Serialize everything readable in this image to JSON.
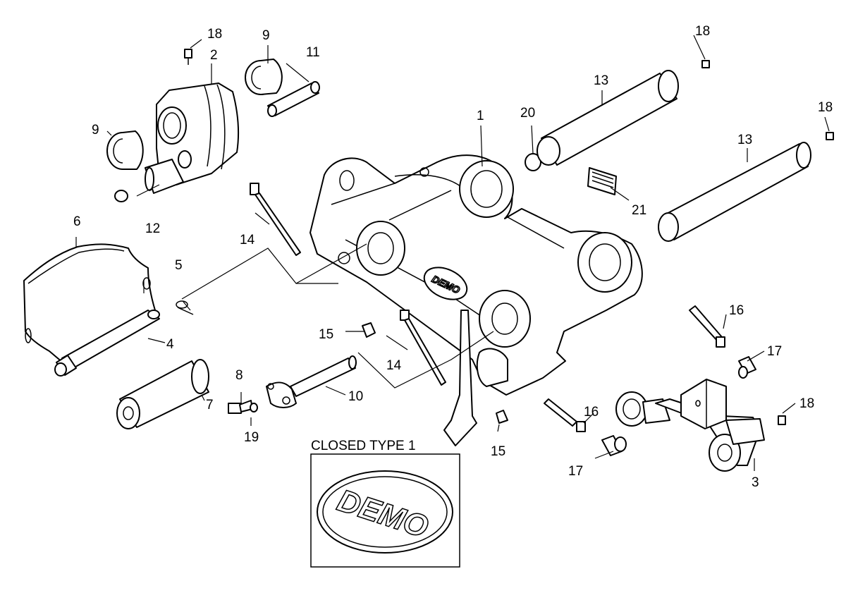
{
  "labels": {
    "p1": "1",
    "p2": "2",
    "p3": "3",
    "p4": "4",
    "p5": "5",
    "p6": "6",
    "p7": "7",
    "p8": "8",
    "p9a": "9",
    "p9b": "9",
    "p10": "10",
    "p11": "11",
    "p12": "12",
    "p13a": "13",
    "p13b": "13",
    "p14a": "14",
    "p14b": "14",
    "p15a": "15",
    "p15b": "15",
    "p16a": "16",
    "p16b": "16",
    "p17a": "17",
    "p17b": "17",
    "p18a": "18",
    "p18b": "18",
    "p18c": "18",
    "p18d": "18",
    "p19": "19",
    "p20": "20",
    "p21": "21"
  },
  "inset": {
    "caption": "CLOSED TYPE 1"
  },
  "logo": {
    "text": "DEMO"
  }
}
